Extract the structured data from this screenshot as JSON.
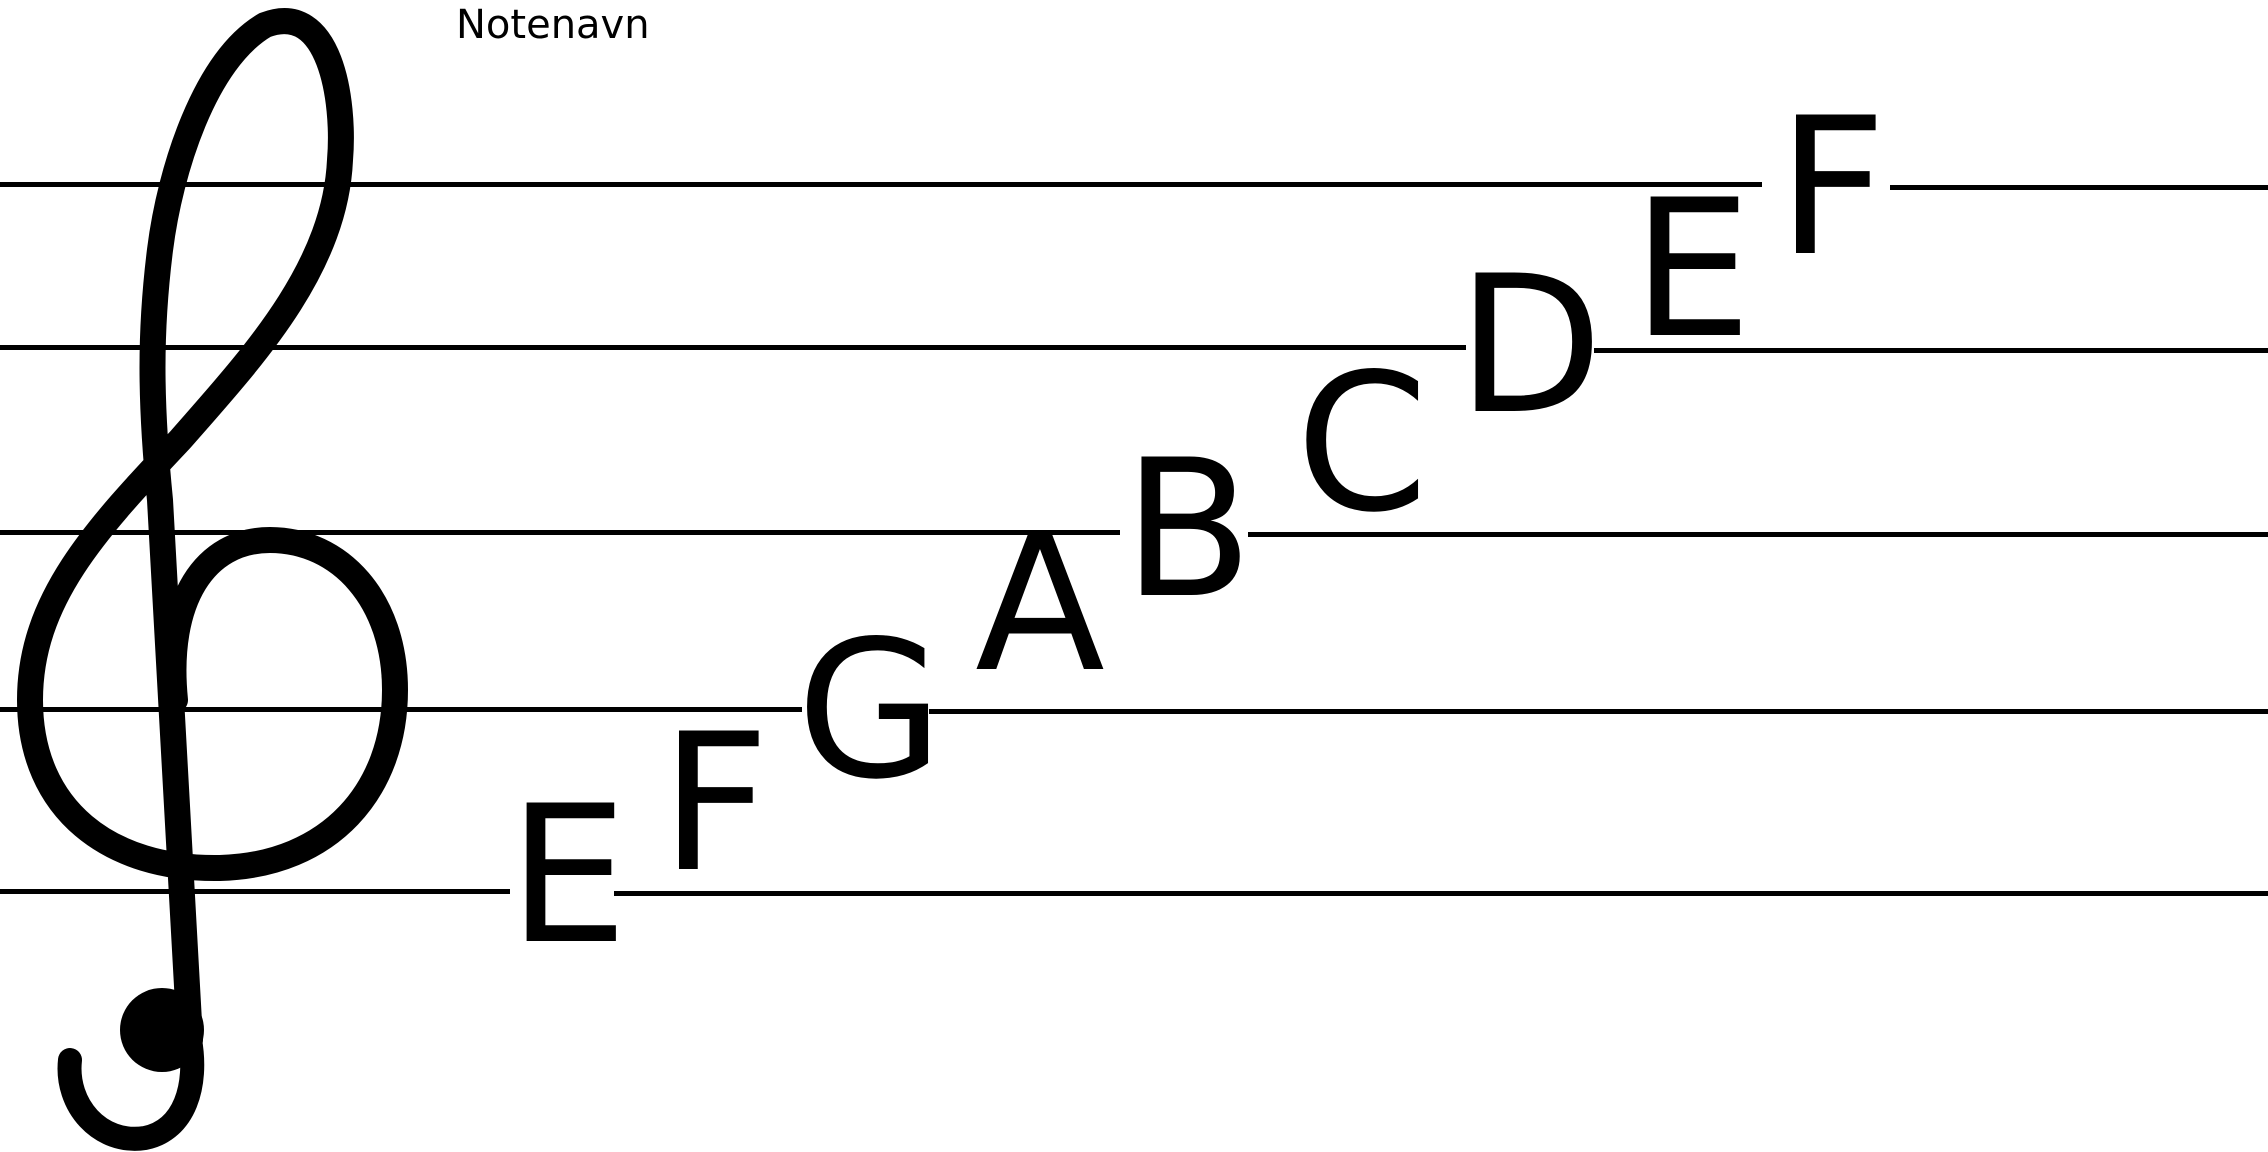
{
  "title": "Notenavn",
  "colors": {
    "ink": "#000000",
    "background": "#ffffff"
  },
  "clef": {
    "icon": "treble-clef-icon"
  },
  "staff": {
    "line_count": 5
  },
  "notes": [
    "E",
    "F",
    "G",
    "A",
    "B",
    "C",
    "D",
    "E",
    "F"
  ]
}
